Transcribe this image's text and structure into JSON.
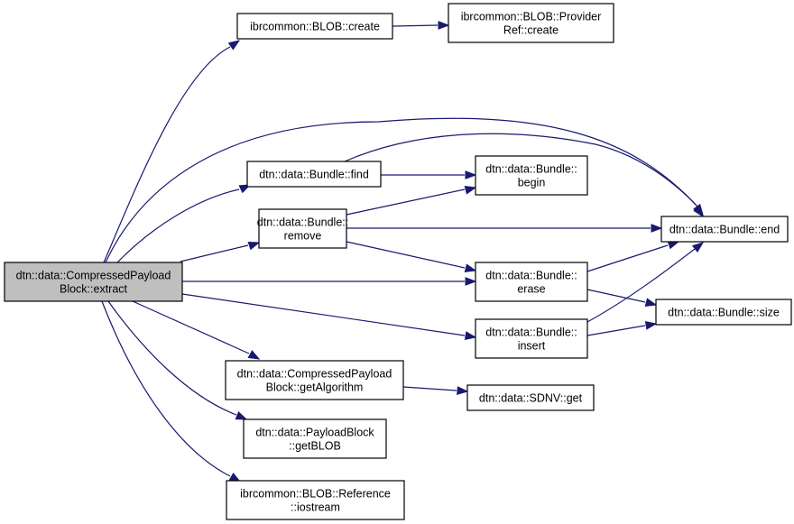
{
  "diagram": {
    "type": "call-graph",
    "root": "extract",
    "colors": {
      "edge": "#191970",
      "root_fill": "#bfbfbf",
      "node_fill": "#ffffff",
      "node_border": "#000000"
    },
    "nodes": [
      {
        "id": "extract",
        "lines": [
          "dtn::data::CompressedPayload",
          "Block::extract"
        ],
        "root": true
      },
      {
        "id": "blob_create",
        "lines": [
          "ibrcommon::BLOB::create"
        ]
      },
      {
        "id": "provider_create",
        "lines": [
          "ibrcommon::BLOB::Provider",
          "Ref::create"
        ]
      },
      {
        "id": "find",
        "lines": [
          "dtn::data::Bundle::find"
        ]
      },
      {
        "id": "begin",
        "lines": [
          "dtn::data::Bundle::",
          "begin"
        ]
      },
      {
        "id": "remove",
        "lines": [
          "dtn::data::Bundle::",
          "remove"
        ]
      },
      {
        "id": "end",
        "lines": [
          "dtn::data::Bundle::end"
        ]
      },
      {
        "id": "erase",
        "lines": [
          "dtn::data::Bundle::",
          "erase"
        ]
      },
      {
        "id": "size",
        "lines": [
          "dtn::data::Bundle::size"
        ]
      },
      {
        "id": "insert",
        "lines": [
          "dtn::data::Bundle::",
          "insert"
        ]
      },
      {
        "id": "getAlgorithm",
        "lines": [
          "dtn::data::CompressedPayload",
          "Block::getAlgorithm"
        ]
      },
      {
        "id": "sdnv_get",
        "lines": [
          "dtn::data::SDNV::get"
        ]
      },
      {
        "id": "getBLOB",
        "lines": [
          "dtn::data::PayloadBlock",
          "::getBLOB"
        ]
      },
      {
        "id": "iostream",
        "lines": [
          "ibrcommon::BLOB::Reference",
          "::iostream"
        ]
      }
    ],
    "edges": [
      {
        "from": "extract",
        "to": "blob_create"
      },
      {
        "from": "blob_create",
        "to": "provider_create"
      },
      {
        "from": "extract",
        "to": "end"
      },
      {
        "from": "extract",
        "to": "find"
      },
      {
        "from": "find",
        "to": "begin"
      },
      {
        "from": "find",
        "to": "end"
      },
      {
        "from": "extract",
        "to": "remove"
      },
      {
        "from": "remove",
        "to": "begin"
      },
      {
        "from": "remove",
        "to": "end"
      },
      {
        "from": "remove",
        "to": "erase"
      },
      {
        "from": "extract",
        "to": "erase"
      },
      {
        "from": "erase",
        "to": "end"
      },
      {
        "from": "erase",
        "to": "size"
      },
      {
        "from": "extract",
        "to": "insert"
      },
      {
        "from": "insert",
        "to": "end"
      },
      {
        "from": "insert",
        "to": "size"
      },
      {
        "from": "extract",
        "to": "getAlgorithm"
      },
      {
        "from": "getAlgorithm",
        "to": "sdnv_get"
      },
      {
        "from": "extract",
        "to": "getBLOB"
      },
      {
        "from": "extract",
        "to": "iostream"
      }
    ]
  }
}
